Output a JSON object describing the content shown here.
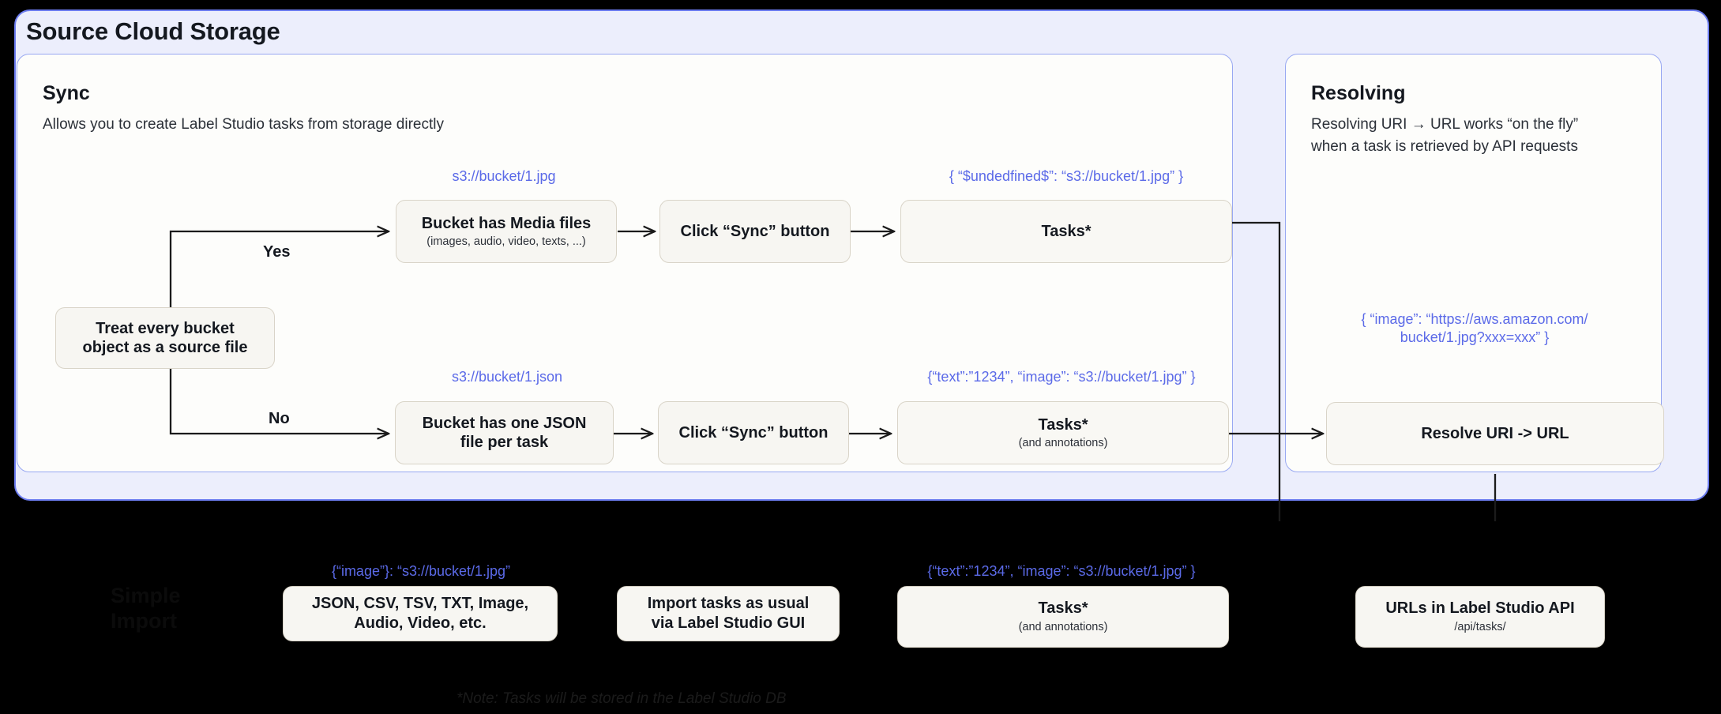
{
  "outer": {
    "title": "Source Cloud Storage",
    "accent": "#6c7cf0",
    "background": "#eceefc"
  },
  "sync_panel": {
    "title": "Sync",
    "subtitle": "Allows you to create Label Studio tasks from storage directly",
    "branches": {
      "yes_label": "Yes",
      "no_label": "No"
    },
    "decision": {
      "title": "Treat every bucket\nobject as a source file"
    },
    "yes_row": {
      "code_caption": "s3://bucket/1.jpg",
      "source": {
        "title": "Bucket has Media files",
        "subtitle": "(images, audio, video, texts, ...)"
      },
      "action": {
        "title": "Click “Sync” button"
      },
      "result_code": "{ “$undedfined$”: “s3://bucket/1.jpg” }",
      "result": {
        "title": "Tasks*",
        "subtitle": ""
      }
    },
    "no_row": {
      "code_caption": "s3://bucket/1.json",
      "source": {
        "title": "Bucket has one JSON\nfile per task"
      },
      "action": {
        "title": "Click “Sync” button"
      },
      "result_code": "{“text”:”1234”,  “image”: “s3://bucket/1.jpg” }",
      "result": {
        "title": "Tasks*",
        "subtitle": "(and annotations)"
      }
    }
  },
  "resolving_panel": {
    "title": "Resolving",
    "subtitle": "Resolving URI → URL works “on the fly”\nwhen a task is retrieved by API requests",
    "code_caption": "{ “image”: “https://aws.amazon.com/\nbucket/1.jpg?xxx=xxx” }",
    "node": {
      "title": "Resolve URI -> URL"
    }
  },
  "bottom": {
    "section_label": "Simple\nImport",
    "formats": {
      "code_caption": "{“image”}: “s3://bucket/1.jpg”",
      "title": "JSON, CSV, TSV, TXT, Image,\nAudio, Video, etc."
    },
    "import": {
      "title": "Import tasks as usual\nvia Label Studio GUI"
    },
    "tasks": {
      "code_caption": "{“text”:”1234”,  “image”: “s3://bucket/1.jpg” }",
      "title": "Tasks*",
      "subtitle": "(and annotations)"
    },
    "urls": {
      "title": "URLs in Label Studio API",
      "subtitle": "/api/tasks/"
    },
    "note": "*Note: Tasks will be stored in the Label Studio DB"
  }
}
